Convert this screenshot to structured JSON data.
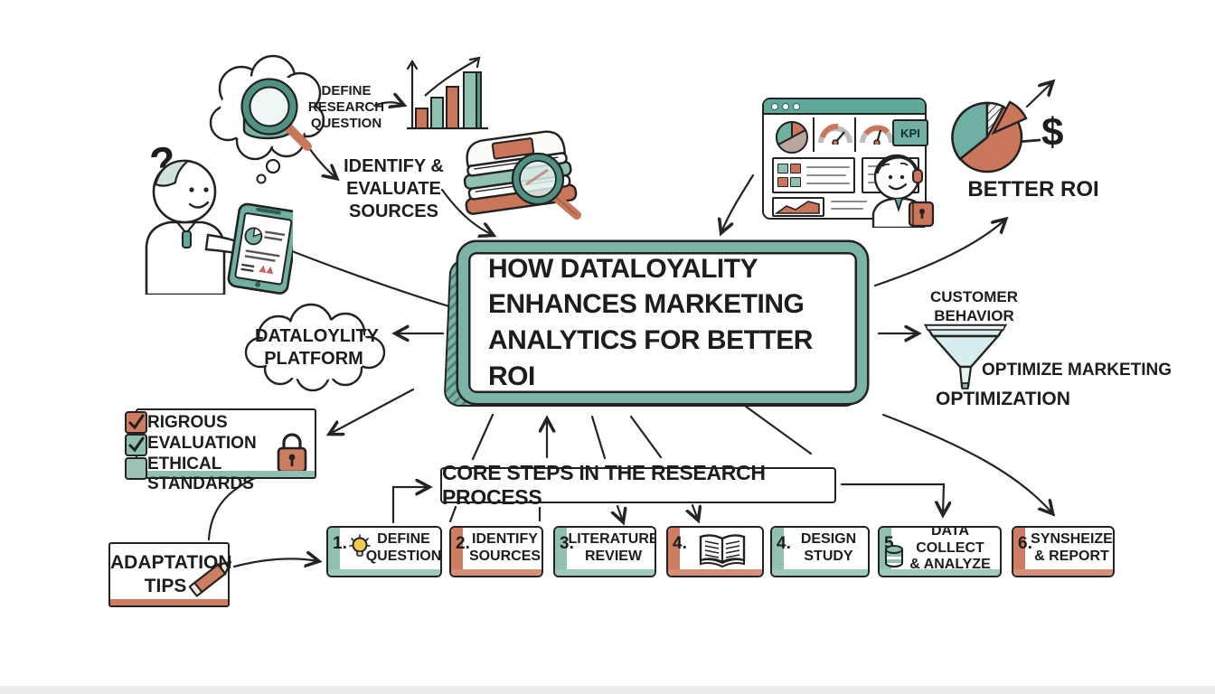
{
  "colors": {
    "teal": "#7cb3a7",
    "teal_light": "#8fc0b2",
    "coral": "#cd7d62",
    "funnel_cyan": "#d7ecec",
    "stroke": "#222222",
    "bulb_yellow": "#f2c94c"
  },
  "top_left": {
    "question_mark": "?",
    "define_research_question": "DEFINE\nRESEARCH\nQUESTION",
    "identify_evaluate_sources": "IDENTIFY &\nEVALUATE\nSOURCES"
  },
  "title_box": {
    "text": "HOW DATALOYALITY\nENHANCES MARKETING\nANALYTICS FOR BETTER ROI"
  },
  "right_side": {
    "kpi_label": "KPI",
    "dollar_sign": "$",
    "better_roi": "BETTER ROI",
    "customer_behavior": "CUSTOMER\nBEHAVIOR",
    "optimize_marketing": "OPTIMIZE MARKETING",
    "optimization": "OPTIMIZATION"
  },
  "left_side": {
    "platform_cloud": "DATALOYLITY\nPLATFORM",
    "checklist": {
      "items": [
        {
          "label": "RIGROUS EVALUATION",
          "checked": true,
          "box_color": "#cd7d62"
        },
        {
          "label": "ETHICAL",
          "checked": true,
          "box_color": "#8fc0b2"
        },
        {
          "label": "STANDARDS",
          "checked": false,
          "box_color": "#9dc3b9"
        }
      ],
      "text": "RIGROUS EVALUATION\nETHICAL\nSTANDARDS"
    },
    "adaptation_tips": "ADAPTATION\nTIPS"
  },
  "process": {
    "header": "CORE STEPS IN THE RESEARCH PROCESS",
    "steps": [
      {
        "num": "1.",
        "label": "DEFINE\nQUESTION",
        "icon": "lightbulb-icon",
        "accent": "teal"
      },
      {
        "num": "2.",
        "label": "IDENTIFY\nSOURCES",
        "icon": null,
        "accent": "coral"
      },
      {
        "num": "3.",
        "label": "LITERATURE\nREVIEW",
        "icon": null,
        "accent": "teal"
      },
      {
        "num": "4.",
        "label": "",
        "icon": "open-book-icon",
        "accent": "coral"
      },
      {
        "num": "4.",
        "label": "DESIGN\nSTUDY",
        "icon": null,
        "accent": "teal"
      },
      {
        "num": "5.",
        "label": "DATA COLLECT\n& ANALYZE",
        "icon": "database-icon",
        "accent": "teal"
      },
      {
        "num": "6.",
        "label": "SYNSHEIZE\n& REPORT",
        "icon": null,
        "accent": "coral"
      }
    ]
  }
}
